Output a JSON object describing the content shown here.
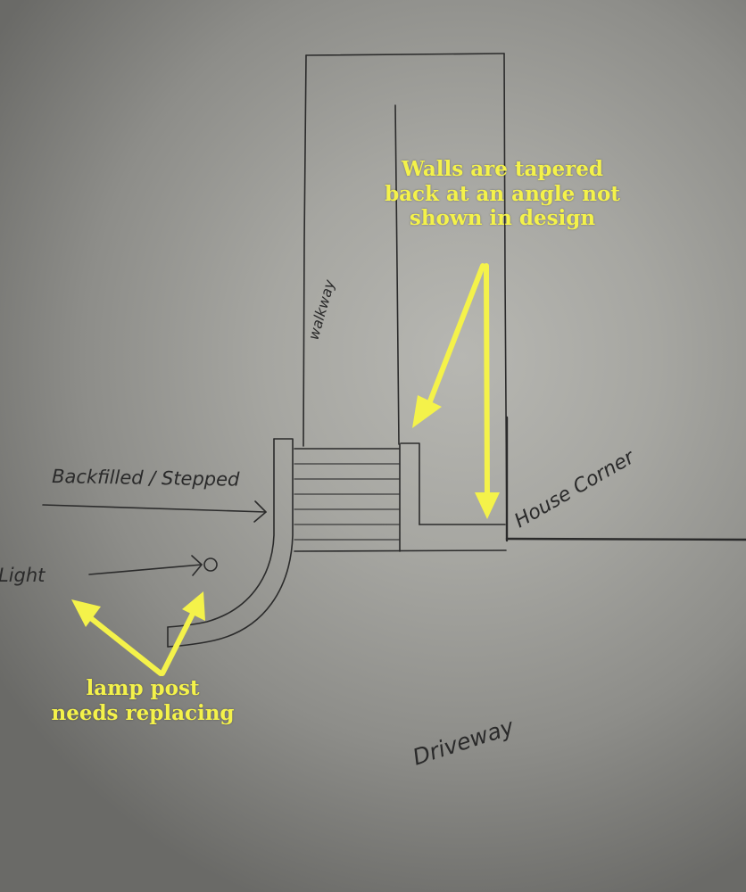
{
  "labels": {
    "walkway": "walkway",
    "backfilled": "Backfilled / Stepped",
    "light": "Light",
    "house_corner": "House Corner",
    "driveway": "Driveway"
  },
  "callouts": {
    "walls": [
      "Walls are tapered",
      "back at an angle not",
      "shown in design"
    ],
    "lamp": [
      "lamp post",
      "needs replacing"
    ]
  },
  "colors": {
    "highlight": "#f4f24a",
    "pencil": "#2b2b2b"
  }
}
